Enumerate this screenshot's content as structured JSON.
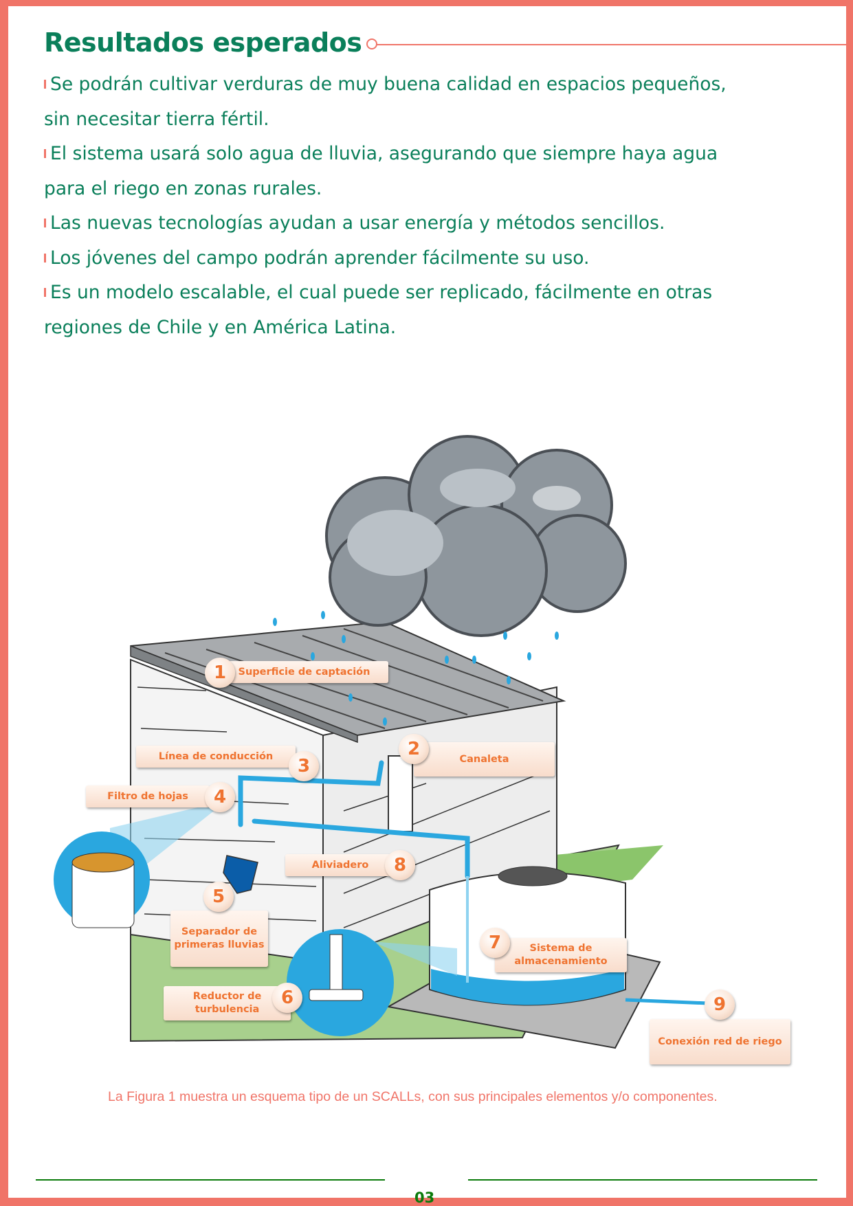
{
  "heading": "Resultados esperados",
  "bullets": [
    {
      "line1": "Se podrán cultivar verduras de muy buena calidad en espacios pequeños,",
      "line2": "sin necesitar tierra fértil."
    },
    {
      "line1": "El sistema usará solo agua de lluvia, asegurando que siempre haya agua",
      "line2": "para el riego en zonas rurales."
    },
    {
      "line1": "Las nuevas tecnologías ayudan a usar energía y métodos sencillos.",
      "line2": null
    },
    {
      "line1": "Los jóvenes del campo podrán aprender fácilmente su uso.",
      "line2": null
    },
    {
      "line1": "Es un modelo escalable, el cual puede ser replicado, fácilmente en otras",
      "line2": "regiones de Chile y en América Latina."
    }
  ],
  "figure": {
    "callouts": [
      {
        "number": "1",
        "label": "Superficie de captación"
      },
      {
        "number": "2",
        "label": "Canaleta"
      },
      {
        "number": "3",
        "label": "Línea de conducción"
      },
      {
        "number": "4",
        "label": "Filtro de hojas"
      },
      {
        "number": "5",
        "label": "Separador de primeras lluvias"
      },
      {
        "number": "6",
        "label": "Reductor de turbulencia"
      },
      {
        "number": "7",
        "label": "Sistema de almacenamiento"
      },
      {
        "number": "8",
        "label": "Aliviadero"
      },
      {
        "number": "9",
        "label": "Conexión red de riego"
      }
    ],
    "caption": "La Figura 1 muestra un esquema tipo de un SCALLs, con sus principales elementos y/o componentes."
  },
  "footer": {
    "page_number": "03"
  },
  "colors": {
    "green": "#0A7F5A",
    "coral": "#F07468",
    "orange": "#EF7330",
    "footer_green": "#0A7A0A"
  }
}
